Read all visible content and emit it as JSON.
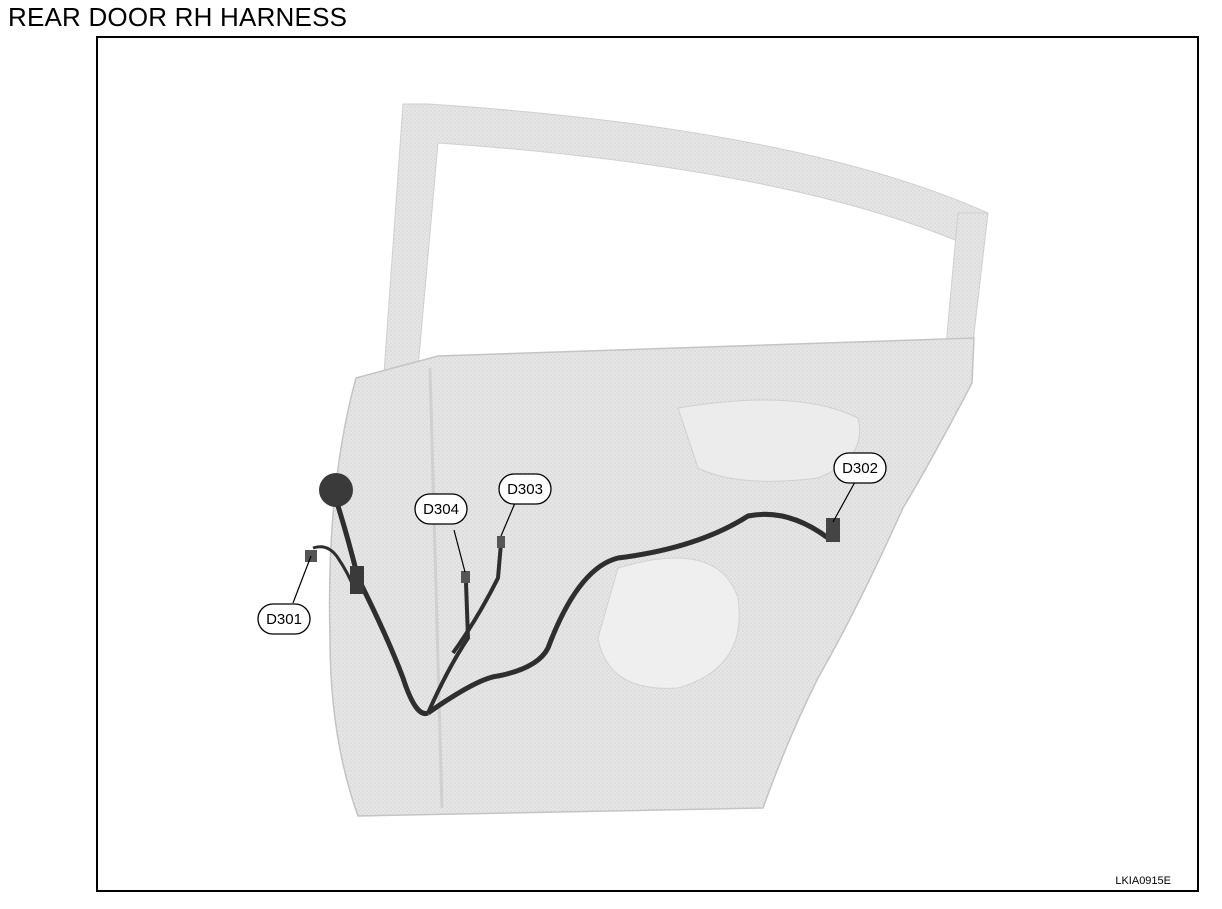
{
  "title": "REAR DOOR RH HARNESS",
  "figure_code": "LKIA0915E",
  "connectors": [
    {
      "id": "d301",
      "label": "D301"
    },
    {
      "id": "d302",
      "label": "D302"
    },
    {
      "id": "d303",
      "label": "D303"
    },
    {
      "id": "d304",
      "label": "D304"
    }
  ],
  "colors": {
    "door_fill": "#e4e4e4",
    "door_edge": "#c8c8c8",
    "harness": "#2e2e2e",
    "frame": "#000000"
  }
}
